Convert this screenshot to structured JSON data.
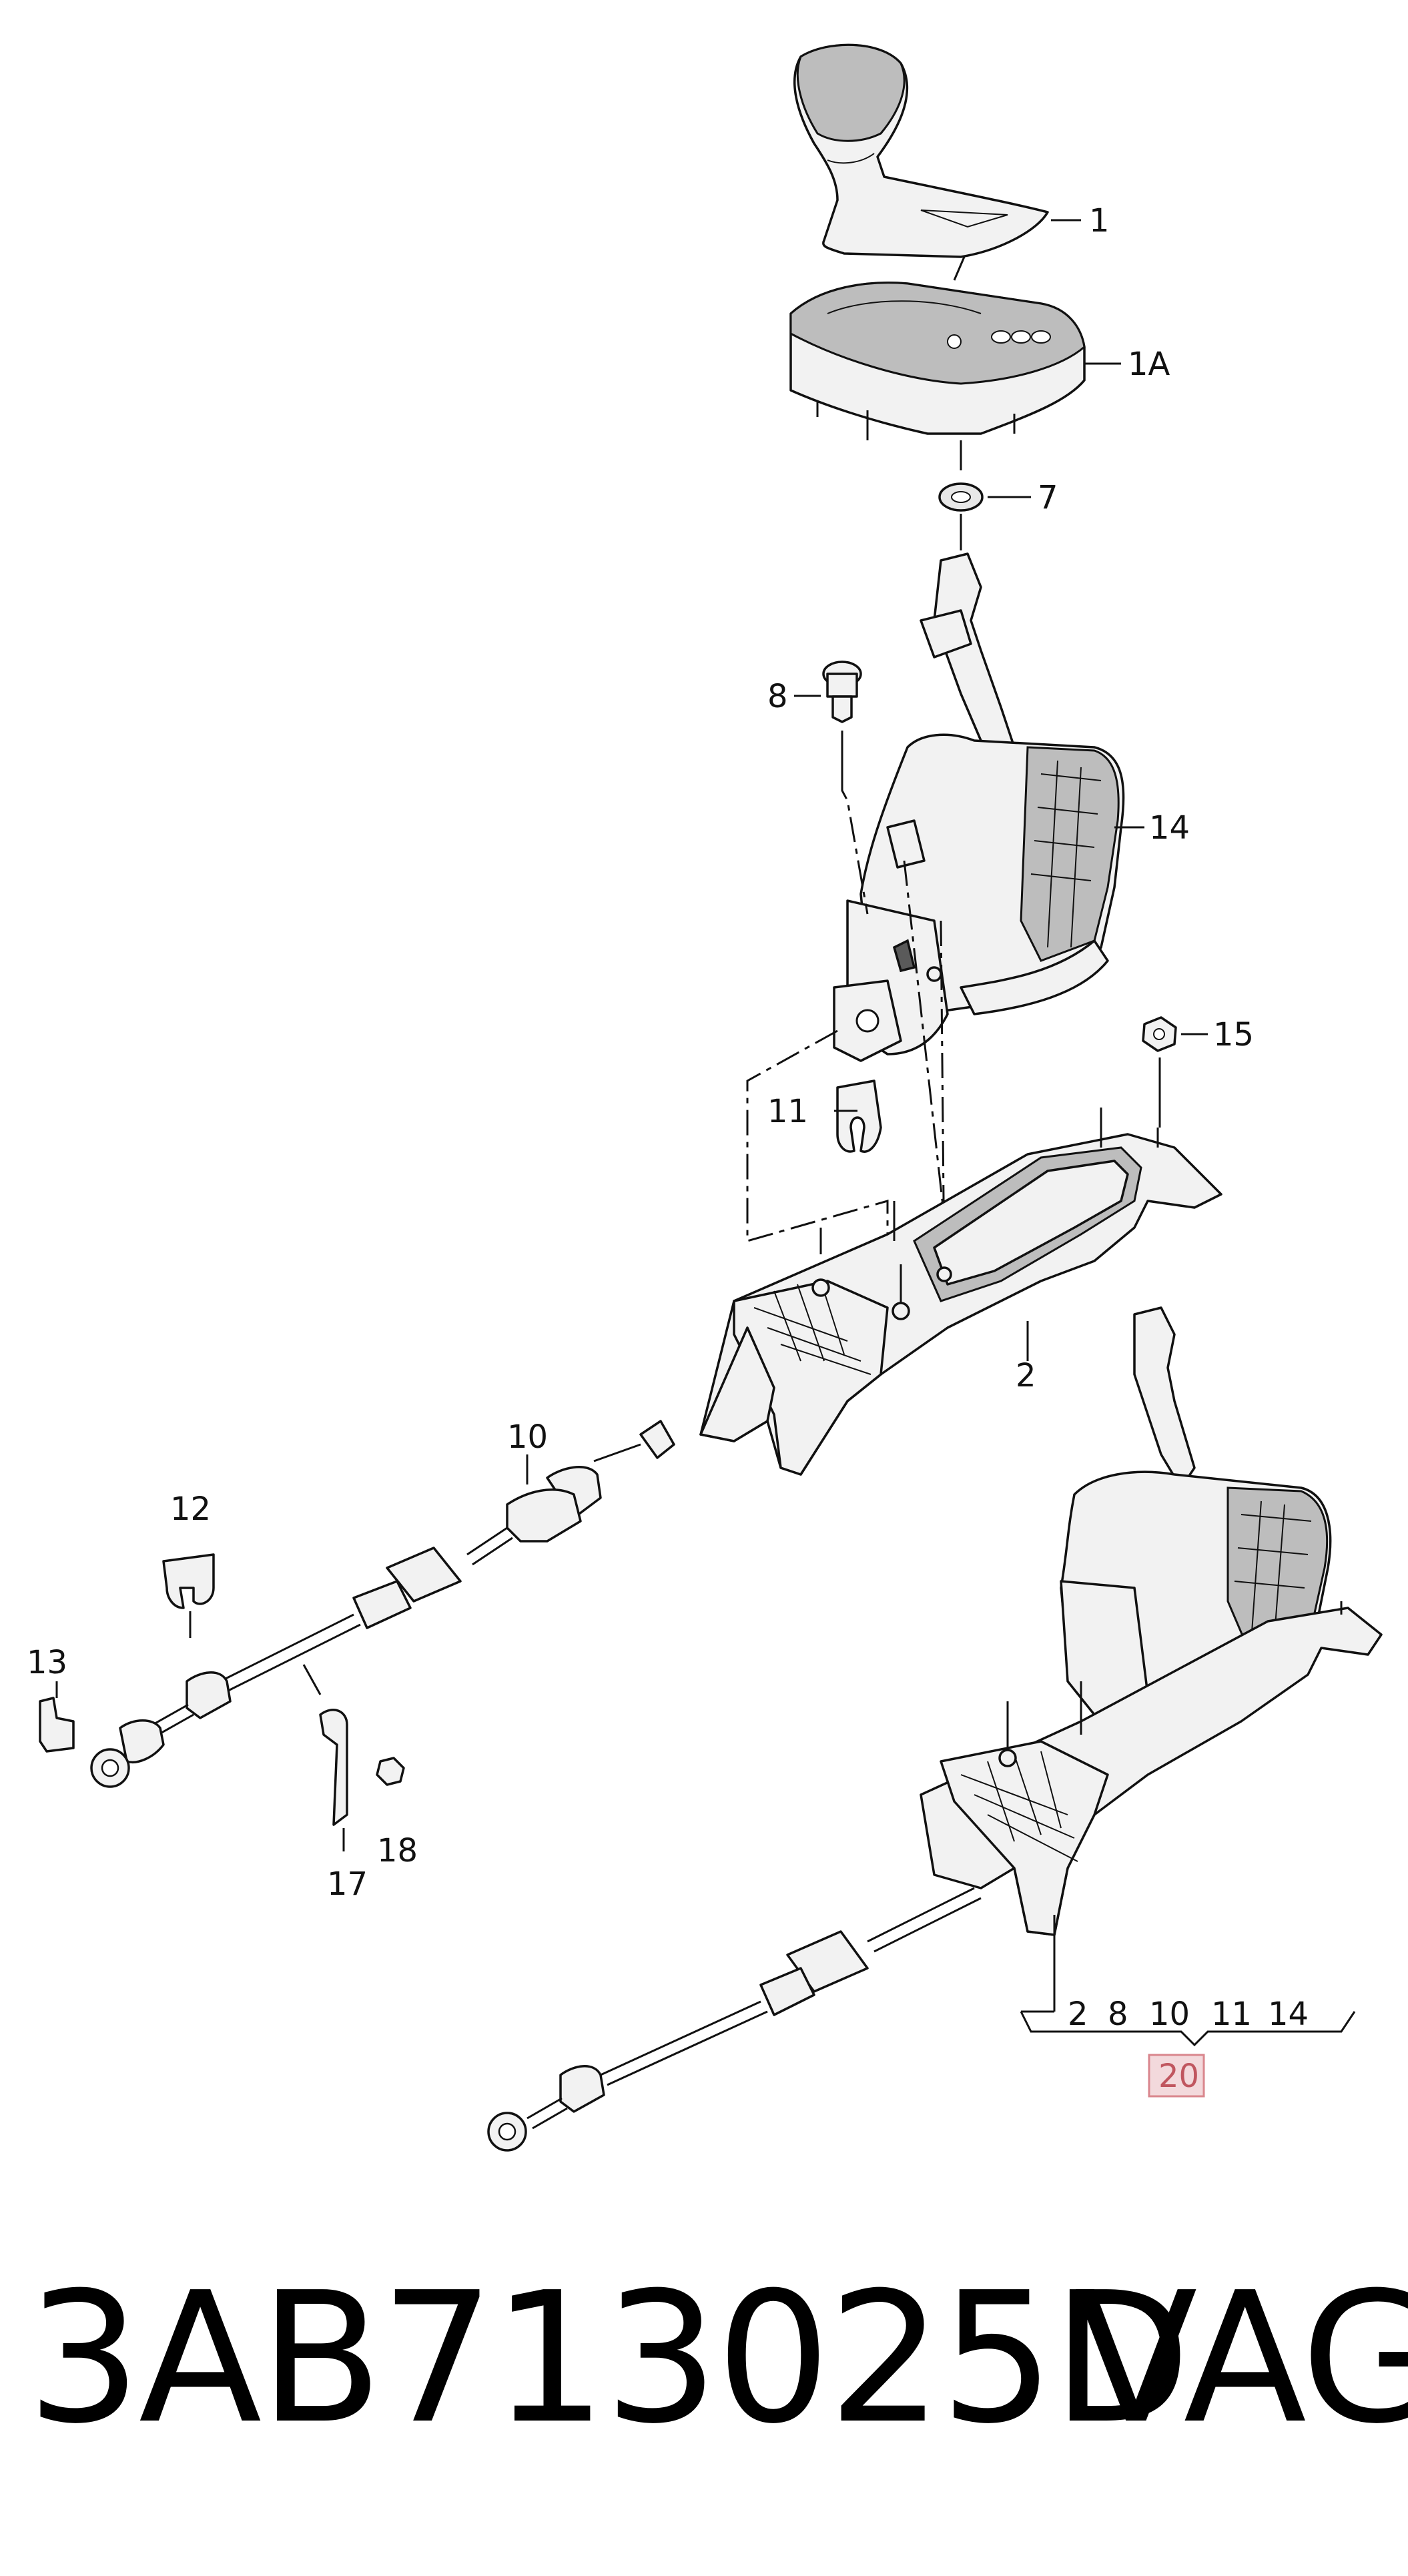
{
  "callouts": {
    "c1": "1",
    "c1a": "1A",
    "c7": "7",
    "c8": "8",
    "c14": "14",
    "c15": "15",
    "c11": "11",
    "c2": "2",
    "c10": "10",
    "c12": "12",
    "c13": "13",
    "c17": "17",
    "c18": "18",
    "c20": "20"
  },
  "assembly_group": [
    "2",
    "8",
    "10",
    "11",
    "14"
  ],
  "highlight_color": "#f3d9dc",
  "highlight_border": "#d9868d",
  "footer": {
    "part_number": "3AB713025D",
    "brand": "VAG"
  }
}
